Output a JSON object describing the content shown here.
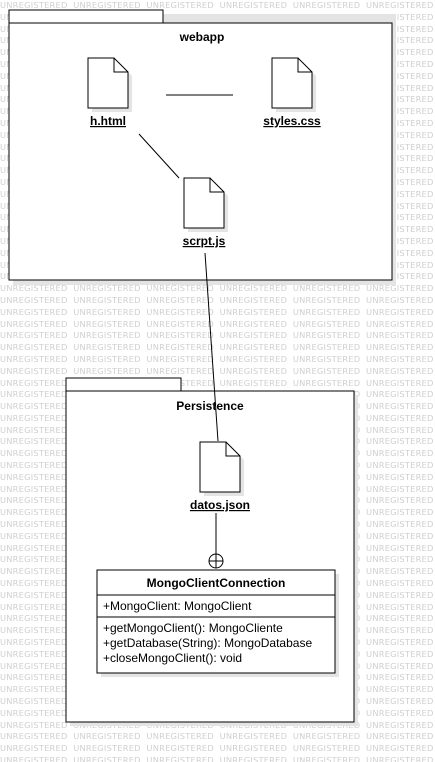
{
  "watermark": {
    "text": "UNREGISTERED"
  },
  "packages": {
    "webapp": {
      "title": "webapp"
    },
    "persistence": {
      "title": "Persistence"
    }
  },
  "files": {
    "h_html": {
      "label": "h.html"
    },
    "styles_css": {
      "label": "styles.css"
    },
    "scrpt_js": {
      "label": "scrpt.js"
    },
    "datos_json": {
      "label": "datos.json"
    }
  },
  "class": {
    "name": "MongoClientConnection",
    "attributes": [
      "+MongoClient: MongoClient"
    ],
    "operations": [
      "+getMongoClient(): MongoCliente",
      "+getDatabase(String): MongoDatabase",
      "+closeMongoClient(): void"
    ]
  },
  "colors": {
    "line": "#000000",
    "shadow": "#e4e4e4",
    "watermark": "#cfcfcf",
    "background": "#ffffff"
  }
}
